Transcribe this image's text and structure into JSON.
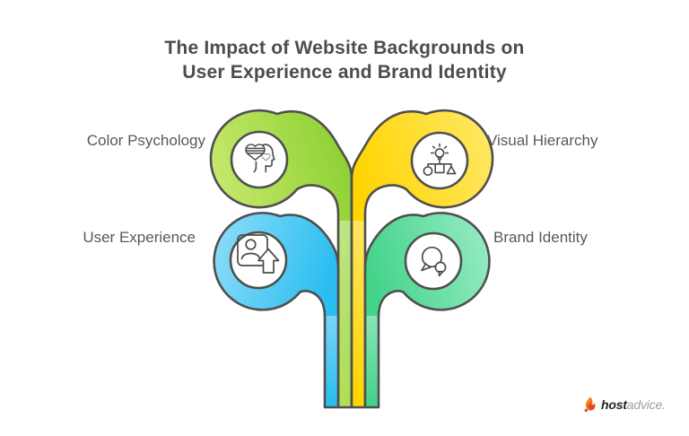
{
  "title": {
    "line1": "The Impact of Website Backgrounds on",
    "line2": "User Experience and Brand Identity"
  },
  "branches": [
    {
      "id": "color-psychology",
      "label": "Color Psychology",
      "position": "top-left",
      "color": "#8cd032",
      "color_light": "#c8e96e",
      "icon": "head-with-hearts-icon"
    },
    {
      "id": "visual-hierarchy",
      "label": "Visual Hierarchy",
      "position": "top-right",
      "color": "#ffd400",
      "color_light": "#ffe865",
      "icon": "lightbulb-hierarchy-icon"
    },
    {
      "id": "user-experience",
      "label": "User Experience",
      "position": "bottom-left",
      "color": "#29bdf0",
      "color_light": "#8adcf8",
      "icon": "profile-card-up-arrow-icon"
    },
    {
      "id": "brand-identity",
      "label": "Brand Identity",
      "position": "bottom-right",
      "color": "#43d389",
      "color_light": "#97ebc4",
      "icon": "speech-bubbles-icon"
    }
  ],
  "logo": {
    "bold": "host",
    "light": "advice."
  },
  "colors": {
    "outline": "#4f4f4f",
    "title_text": "#4c4c4c",
    "label_text": "#585858",
    "icon_stroke": "#4a4a4a",
    "logo_orange": "#f47b20",
    "logo_red": "#d7402b"
  }
}
